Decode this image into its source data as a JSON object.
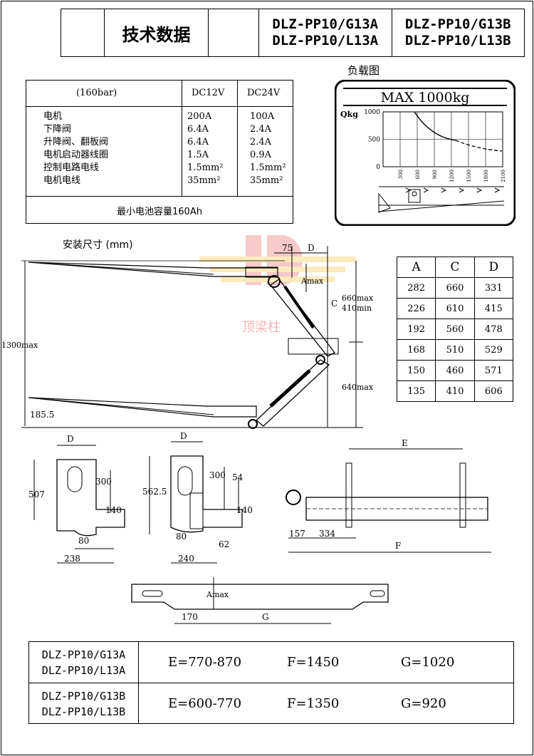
{
  "header": {
    "title": "技术数据",
    "models_a": [
      "DLZ-PP10/G13A",
      "DLZ-PP10/L13A"
    ],
    "models_b": [
      "DLZ-PP10/G13B",
      "DLZ-PP10/L13B"
    ]
  },
  "spec_table": {
    "pressure": "(160bar)",
    "col_12v": "DC12V",
    "col_24v": "DC24V",
    "rows": [
      {
        "label": "电机",
        "v12": "200A",
        "v24": "100A"
      },
      {
        "label": "下降阀",
        "v12": "6.4A",
        "v24": "2.4A"
      },
      {
        "label": "升降阀、翻板阀",
        "v12": "6.4A",
        "v24": "2.4A"
      },
      {
        "label": "电机启动器线圈",
        "v12": "1.5A",
        "v24": "0.9A"
      },
      {
        "label": "控制电路电线",
        "v12": "1.5mm²",
        "v24": "1.5mm²"
      },
      {
        "label": "电机电线",
        "v12": "35mm²",
        "v24": "35mm²"
      }
    ],
    "footer": "最小电池容量160Ah"
  },
  "load_chart": {
    "caption": "负载图",
    "max_label": "MAX 1000kg",
    "y_label": "Qkg",
    "y_ticks": [
      "1000",
      "500",
      "0"
    ],
    "x_ticks": [
      "300",
      "600",
      "900",
      "1200",
      "1500",
      "1800",
      "2100"
    ]
  },
  "install": {
    "title": "安装尺寸 (mm)",
    "dims": {
      "d75": "75",
      "D": "D",
      "Amax": "Amax",
      "C": "C",
      "c660": "660max",
      "c410": "410min",
      "d1300": "1300max",
      "d640": "640max",
      "d185": "185.5"
    },
    "watermark": "顶梁柱"
  },
  "dims_table": {
    "headers": [
      "A",
      "C",
      "D"
    ],
    "rows": [
      [
        "282",
        "660",
        "331"
      ],
      [
        "226",
        "610",
        "415"
      ],
      [
        "192",
        "560",
        "478"
      ],
      [
        "168",
        "510",
        "529"
      ],
      [
        "150",
        "460",
        "571"
      ],
      [
        "135",
        "410",
        "606"
      ]
    ]
  },
  "bracket_left": {
    "D": "D",
    "h507": "507",
    "h300": "300",
    "h140": "140",
    "w80": "80",
    "w238": "238"
  },
  "bracket_mid": {
    "D": "D",
    "h562": "562.5",
    "h300": "300",
    "h54": "54",
    "h140": "140",
    "w80": "80",
    "w62": "62",
    "w240": "240"
  },
  "frame_view": {
    "E": "E",
    "d157": "157",
    "d334": "334",
    "F": "F"
  },
  "bar_view": {
    "Amax": "Amax",
    "d170": "170",
    "G": "G"
  },
  "bottom_table": {
    "rows": [
      {
        "models": [
          "DLZ-PP10/G13A",
          "DLZ-PP10/L13A"
        ],
        "e": "E=770-870",
        "f": "F=1450",
        "g": "G=1020"
      },
      {
        "models": [
          "DLZ-PP10/G13B",
          "DLZ-PP10/L13B"
        ],
        "e": "E=600-770",
        "f": "F=1350",
        "g": "G=920"
      }
    ]
  }
}
